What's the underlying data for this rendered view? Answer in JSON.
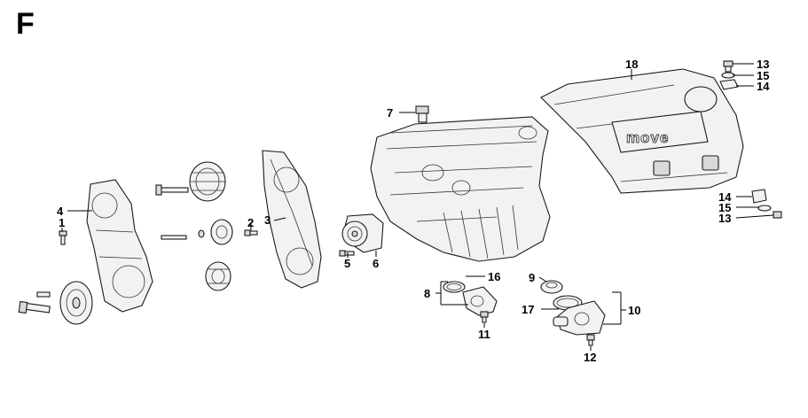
{
  "diagram": {
    "section_letter": "F",
    "cover_logo": "move",
    "callouts": {
      "c1": "1",
      "c2": "2",
      "c3": "3",
      "c4": "4",
      "c5": "5",
      "c6": "6",
      "c7": "7",
      "c8": "8",
      "c9": "9",
      "c10": "10",
      "c11": "11",
      "c12": "12",
      "c13a": "13",
      "c13b": "13",
      "c14a": "14",
      "c14b": "14",
      "c15a": "15",
      "c15b": "15",
      "c16": "16",
      "c17": "17",
      "c18": "18"
    }
  }
}
